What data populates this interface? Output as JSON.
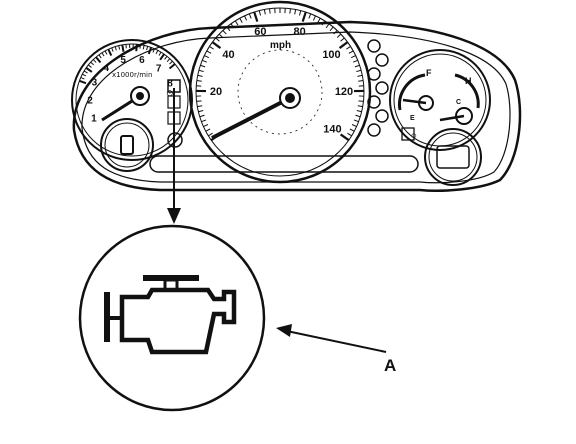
{
  "colors": {
    "ink": "#111111",
    "background": "#ffffff"
  },
  "tachometer": {
    "numbers": [
      "1",
      "2",
      "3",
      "4",
      "5",
      "6",
      "7",
      "8"
    ],
    "unit_label": "x1000r/min"
  },
  "speedometer": {
    "mph_numbers": [
      "20",
      "40",
      "60",
      "80",
      "100",
      "120",
      "140"
    ],
    "unit_label": "mph"
  },
  "fuel_gauge": {
    "full_label": "F",
    "empty_label": "E"
  },
  "temp_gauge": {
    "hot_label": "H",
    "cold_label": "C"
  },
  "callout": {
    "label": "A",
    "icon": "check-engine-icon"
  }
}
